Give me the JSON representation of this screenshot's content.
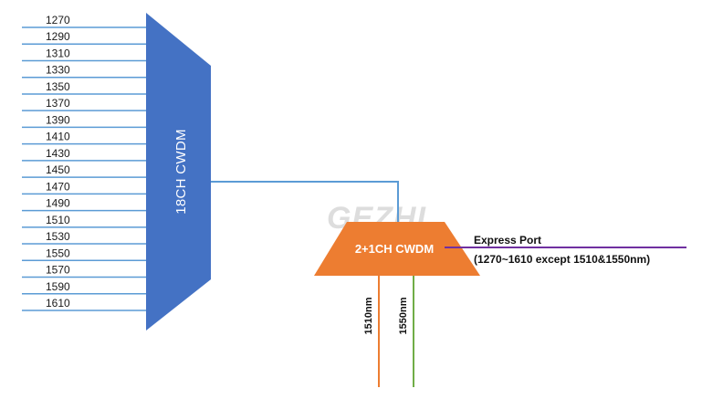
{
  "channels": [
    "1270",
    "1290",
    "1310",
    "1330",
    "1350",
    "1370",
    "1390",
    "1410",
    "1430",
    "1450",
    "1470",
    "1490",
    "1510",
    "1530",
    "1550",
    "1570",
    "1590",
    "1610"
  ],
  "mux": {
    "label": "18CH CWDM"
  },
  "oadm": {
    "label": "2+1CH CWDM"
  },
  "express": {
    "title": "Express Port",
    "detail": "(1270~1610 except 1510&1550nm)"
  },
  "drop_ports": [
    {
      "label": "1510nm",
      "color": "#ed7d31"
    },
    {
      "label": "1550nm",
      "color": "#70ad47"
    }
  ],
  "watermark": "GEZHI",
  "colors": {
    "mux": "#4472c4",
    "oadm": "#ed7d31",
    "fiber": "#5b9bd5",
    "express_line": "#7030a0"
  }
}
